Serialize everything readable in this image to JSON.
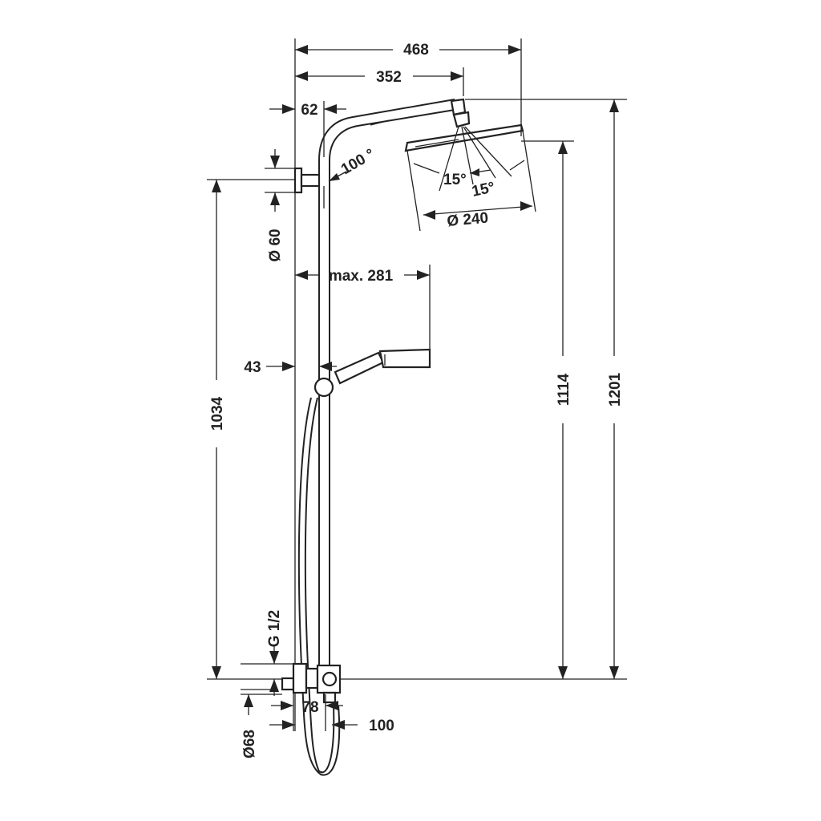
{
  "drawing": {
    "dimensions": {
      "overall_width": "468",
      "head_offset": "352",
      "arm_offset": "62",
      "arm_angle": "100 °",
      "head_tilt_left": "15°",
      "head_tilt_right": "15°",
      "head_diameter": "Ø 240",
      "bracket_diameter": "Ø 60",
      "hand_shower_reach": "max. 281",
      "pipe_offset": "43",
      "bracket_height": "1034",
      "head_height": "1114",
      "total_height": "1201",
      "thread_size": "G 1/2",
      "thermostat_depth": "78",
      "thermostat_center": "100",
      "escutcheon_diameter": "Ø68"
    }
  }
}
